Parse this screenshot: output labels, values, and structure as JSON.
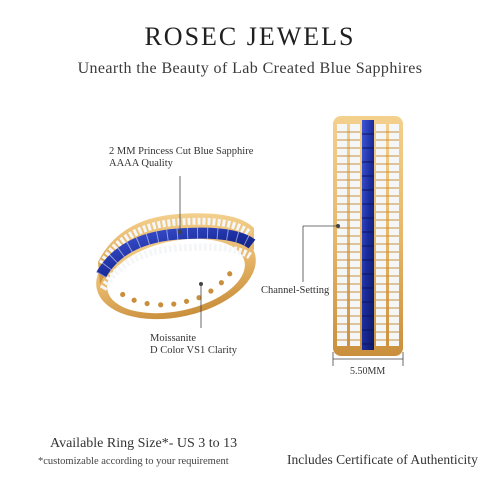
{
  "brand": {
    "name": "ROSEC JEWELS"
  },
  "tagline": "Unearth the Beauty of Lab Created Blue Sapphires",
  "callouts": {
    "sapphire_line1": "2 MM Princess Cut Blue Sapphire",
    "sapphire_line2": "AAAA Quality",
    "moissanite_line1": "Moissanite",
    "moissanite_line2": "D Color VS1 Clarity",
    "channel": "Channel-Setting",
    "dimension": "5.50MM"
  },
  "footer": {
    "ring_size": "Available Ring Size*- US 3 to 13",
    "customizable": "*customizable according to your requirement",
    "certificate": "Includes Certificate of Authenticity"
  },
  "colors": {
    "gold": "#e7b76a",
    "gold_dark": "#c98f3c",
    "sapphire": "#1a2c9c",
    "sapphire_light": "#3f55d6",
    "diamond": "#f4f6f8"
  }
}
